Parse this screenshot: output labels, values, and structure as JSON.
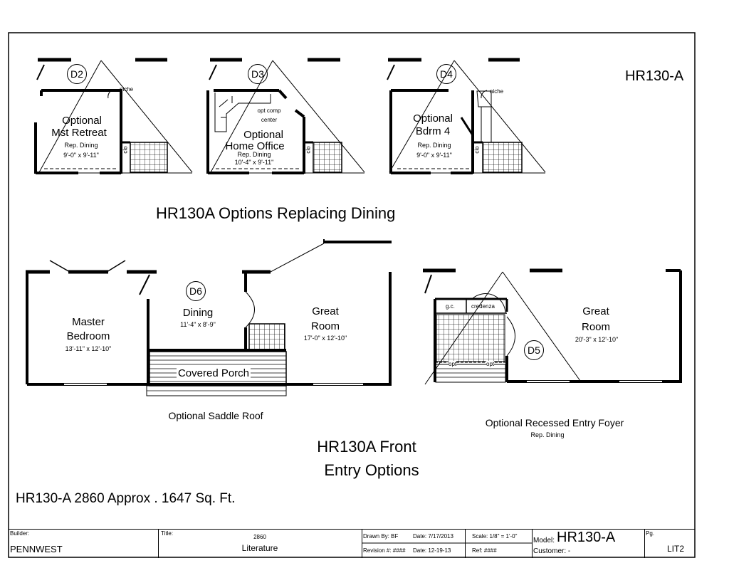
{
  "sheet": {
    "code_top_right": "HR130-A",
    "title_options_dining": "HR130A Options Replacing Dining",
    "title_front_line1": "HR130A  Front",
    "title_front_line2": "Entry Options",
    "footer_note": "HR130-A 2860  Approx . 1647 Sq. Ft."
  },
  "options": {
    "d2": {
      "tag": "D2",
      "line1": "Optional",
      "line2": "Mst Retreat",
      "rep": "Rep. Dining",
      "dims": "9'-0\" x 9'-11\"",
      "niche": "niche",
      "clo": "clo"
    },
    "d3": {
      "tag": "D3",
      "line1": "Optional",
      "line2": "Home Office",
      "rep": "Rep. Dining",
      "dims": "10'-4\" x 9'-11\"",
      "comp1": "opt comp",
      "comp2": "center",
      "clo": "clo"
    },
    "d4": {
      "tag": "D4",
      "line1": "Optional",
      "line2": "Bdrm 4",
      "rep": "Rep. Dining",
      "dims": "9'-0\" x 9'-11\"",
      "niche": "niche",
      "clo": "clo"
    }
  },
  "front_left": {
    "tag": "D6",
    "master_1": "Master",
    "master_2": "Bedroom",
    "master_dims": "13'-11\" x 12'-10\"",
    "dining": "Dining",
    "dining_dims": "11'-4\" x 8'-9\"",
    "great_1": "Great",
    "great_2": "Room",
    "great_dims": "17'-0\" x 12'-10\"",
    "porch": "Covered Porch",
    "caption": "Optional Saddle Roof"
  },
  "front_right": {
    "tag": "D5",
    "gc": "g.c.",
    "credenza": "credenza",
    "opt1": "opt",
    "opt2": "opt",
    "great_1": "Great",
    "great_2": "Room",
    "great_dims": "20'-3\" x 12'-10\"",
    "caption": "Optional Recessed Entry Foyer",
    "caption_sub": "Rep. Dining"
  },
  "title_block": {
    "builder_label": "Builder:",
    "builder_value": "PENNWEST",
    "title_label": "Title:",
    "title_line1": "2860",
    "title_line2": "Literature",
    "drawn_by": "Drawn By: BF",
    "date": "Date: 7/17/2013",
    "revision": "Revision #: ####",
    "rev_date": "Date: 12-19-13",
    "scale": "Scale: 1/8\" = 1'-0\"",
    "ref": "Ref: ####",
    "model_label": "Model:",
    "model_value": "HR130-A",
    "customer": "Customer: -",
    "pg_label": "Pg.",
    "pg_value": "LIT2"
  }
}
